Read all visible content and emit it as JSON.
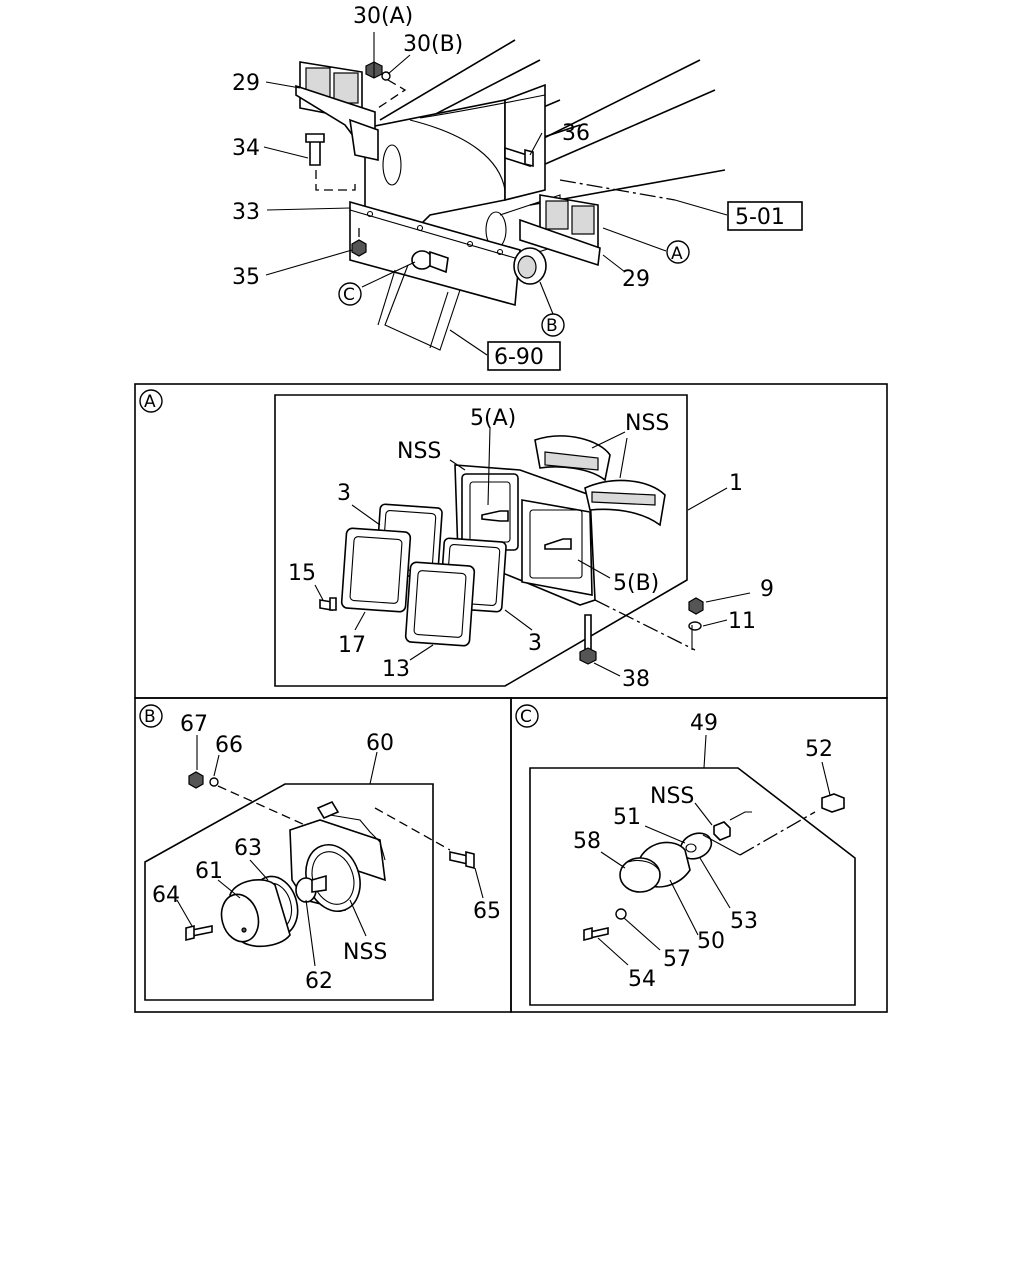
{
  "callouts": {
    "c_30a": "30(A)",
    "c_30b": "30(B)",
    "c_29_left": "29",
    "c_29_right": "29",
    "c_34": "34",
    "c_36": "36",
    "c_33": "33",
    "c_35": "35",
    "c_ref_5_01": "5-01",
    "c_ref_6_90": "6-90",
    "c_circle_a_top": "A",
    "c_circle_b_top": "B",
    "c_circle_c_top": "C"
  },
  "panel_a": {
    "marker": "A",
    "c_5a": "5(A)",
    "c_nss_left": "NSS",
    "c_nss_right": "NSS",
    "c_1": "1",
    "c_3_top": "3",
    "c_3_bottom": "3",
    "c_15": "15",
    "c_17": "17",
    "c_13": "13",
    "c_5b": "5(B)",
    "c_9": "9",
    "c_11": "11",
    "c_38": "38"
  },
  "panel_b": {
    "marker": "B",
    "c_67": "67",
    "c_66": "66",
    "c_60": "60",
    "c_63": "63",
    "c_61": "61",
    "c_64": "64",
    "c_62": "62",
    "c_nss": "NSS",
    "c_65": "65"
  },
  "panel_c": {
    "marker": "C",
    "c_49": "49",
    "c_52": "52",
    "c_nss": "NSS",
    "c_51": "51",
    "c_58": "58",
    "c_53": "53",
    "c_50": "50",
    "c_57": "57",
    "c_54": "54"
  }
}
